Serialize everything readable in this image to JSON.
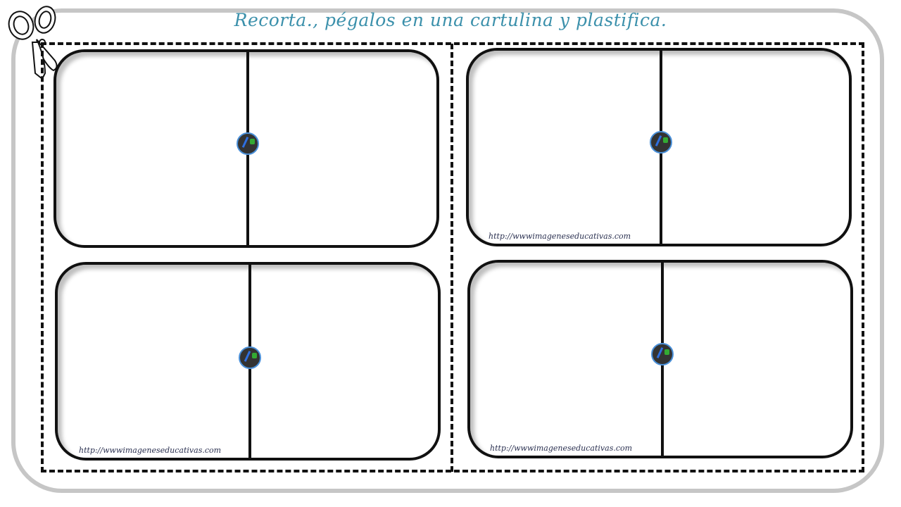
{
  "title": "Recorta., pégalos en una cartulina y plastifica.",
  "cards": [
    {
      "url": ""
    },
    {
      "url": "http://wwwimageneseducativas.com"
    },
    {
      "url": "http://wwwimageneseducativas.com"
    },
    {
      "url": "http://wwwimageneseducativas.com"
    }
  ],
  "icons": {
    "scissors": "scissors-icon",
    "logo": "imageneseducativas-logo"
  },
  "colors": {
    "title": "#3b90ab",
    "frame": "#c6c6c6",
    "logo_ring": "#4a90d9"
  }
}
